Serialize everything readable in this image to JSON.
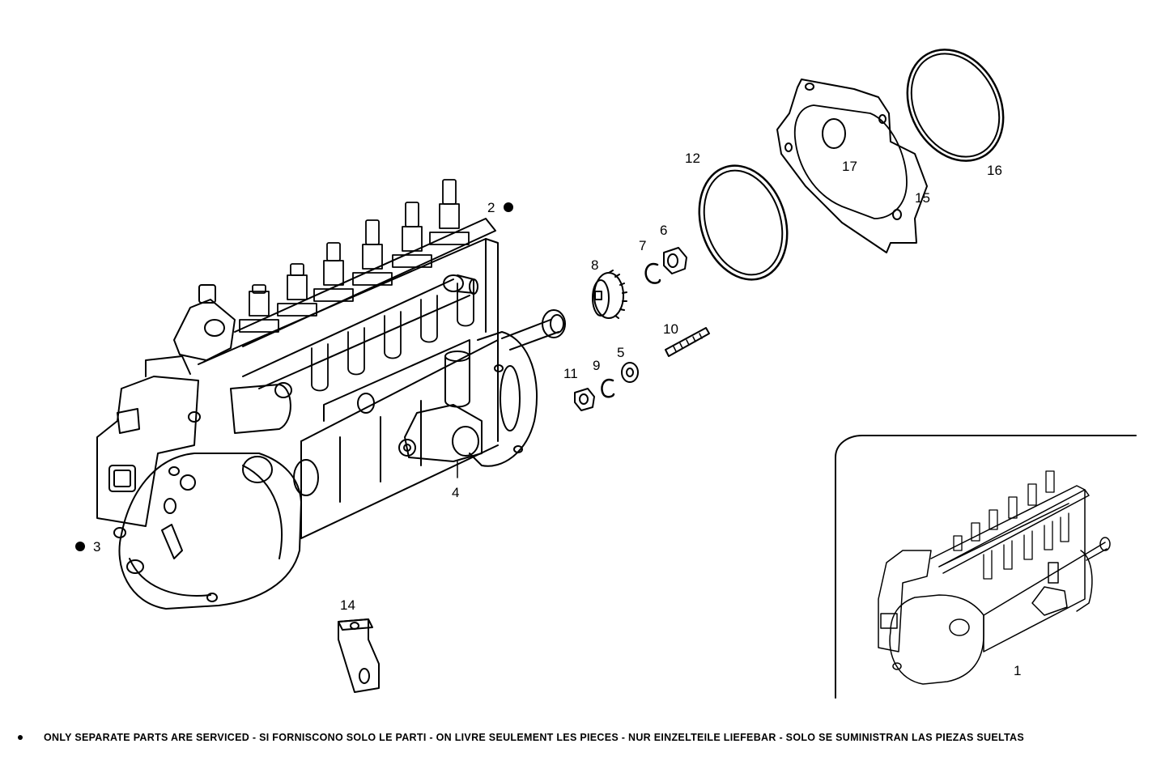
{
  "callouts": {
    "c1": "1",
    "c2": "2",
    "c3": "3",
    "c4": "4",
    "c5": "5",
    "c6": "6",
    "c7": "7",
    "c8": "8",
    "c9": "9",
    "c10": "10",
    "c11": "11",
    "c12": "12",
    "c14": "14",
    "c15": "15",
    "c16": "16",
    "c17": "17"
  },
  "footer": {
    "text": "ONLY SEPARATE PARTS ARE SERVICED - SI FORNISCONO SOLO LE PARTI - ON LIVRE SEULEMENT LES PIECES - NUR EINZELTEILE LIEFEBAR - SOLO SE SUMINISTRAN LAS PIEZAS SUELTAS"
  }
}
